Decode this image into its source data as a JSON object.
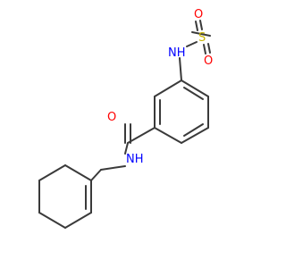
{
  "molecule": {
    "atoms": [
      {
        "id": "S",
        "label": "S",
        "color": "#c8b400"
      },
      {
        "id": "O1",
        "label": "O",
        "color": "#ff0000"
      },
      {
        "id": "O2",
        "label": "O",
        "color": "#ff0000"
      },
      {
        "id": "NH1",
        "label": "NH",
        "color": "#0000ff"
      },
      {
        "id": "O3",
        "label": "O",
        "color": "#ff0000"
      },
      {
        "id": "NH2",
        "label": "NH",
        "color": "#0000ff"
      }
    ],
    "bond_color": "#3a3a3a"
  }
}
